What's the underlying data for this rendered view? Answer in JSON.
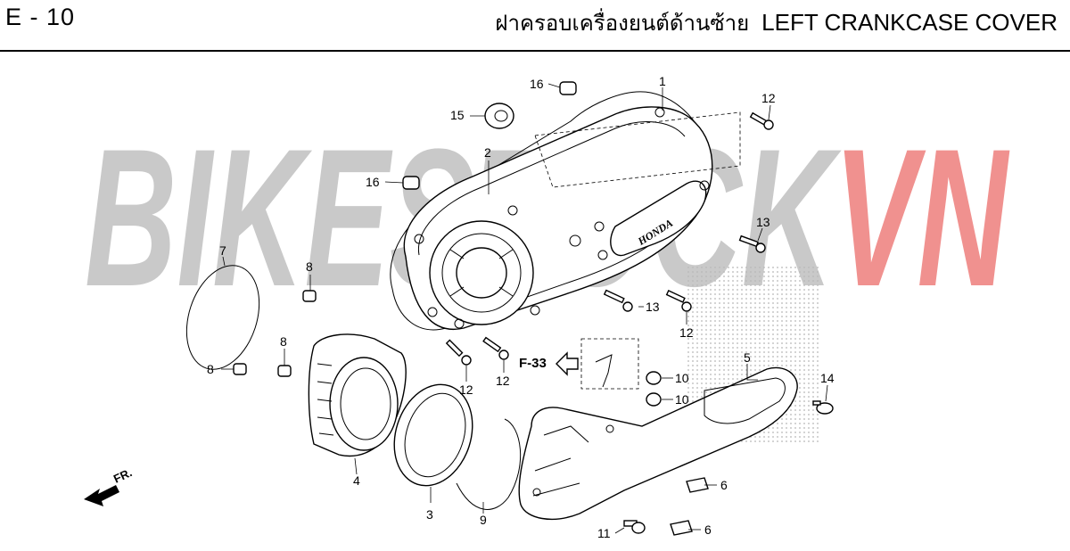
{
  "header": {
    "code": "E - 10",
    "title_thai": "ฝาครอบเครื่องยนต์ด้านซ้าย",
    "title_en": "LEFT CRANKCASE COVER"
  },
  "watermark": {
    "part1": "BIKESTOCK",
    "part2": "VN",
    "colors": {
      "part1": "#9e9e9e",
      "part2": "#e53935"
    }
  },
  "direction_label": "FR.",
  "reference_label": "F-33",
  "emblem_text": "HONDA",
  "callouts": [
    {
      "id": "c1",
      "label": "1"
    },
    {
      "id": "c2",
      "label": "2"
    },
    {
      "id": "c3",
      "label": "3"
    },
    {
      "id": "c4",
      "label": "4"
    },
    {
      "id": "c5",
      "label": "5"
    },
    {
      "id": "c6a",
      "label": "6"
    },
    {
      "id": "c6b",
      "label": "6"
    },
    {
      "id": "c7",
      "label": "7"
    },
    {
      "id": "c8a",
      "label": "8"
    },
    {
      "id": "c8b",
      "label": "8"
    },
    {
      "id": "c8c",
      "label": "8"
    },
    {
      "id": "c9",
      "label": "9"
    },
    {
      "id": "c10a",
      "label": "10"
    },
    {
      "id": "c10b",
      "label": "10"
    },
    {
      "id": "c11",
      "label": "11"
    },
    {
      "id": "c12a",
      "label": "12"
    },
    {
      "id": "c12b",
      "label": "12"
    },
    {
      "id": "c12c",
      "label": "12"
    },
    {
      "id": "c12d",
      "label": "12"
    },
    {
      "id": "c13a",
      "label": "13"
    },
    {
      "id": "c13b",
      "label": "13"
    },
    {
      "id": "c14",
      "label": "14"
    },
    {
      "id": "c15",
      "label": "15"
    },
    {
      "id": "c16a",
      "label": "16"
    },
    {
      "id": "c16b",
      "label": "16"
    }
  ]
}
